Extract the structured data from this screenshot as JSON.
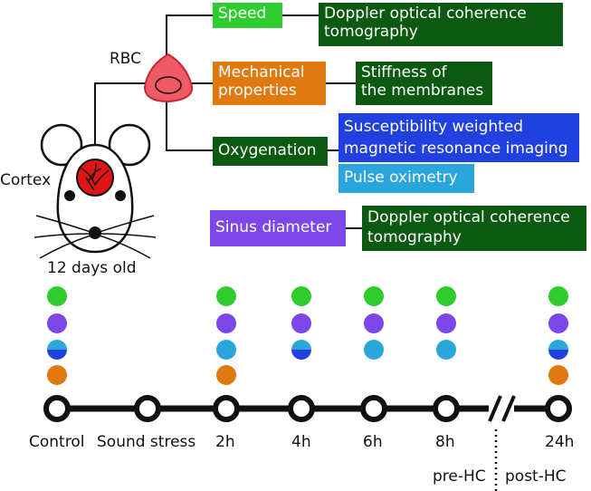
{
  "colors": {
    "green_bright": "#2ecc2e",
    "green_dark": "#0c5a12",
    "orange": "#e07a10",
    "blue": "#2040e0",
    "light_blue": "#2aa6dc",
    "purple": "#7d46e8",
    "rbc_fill": "#f05a64",
    "rbc_stroke": "#c82835",
    "brain_red": "#e01414"
  },
  "labels": {
    "rbc": "RBC",
    "cortex": "Cortex",
    "age": "12 days old"
  },
  "boxes": {
    "speed": "Speed",
    "speed_method": "Doppler optical coherence\ntomography",
    "mechanical": "Mechanical\nproperties",
    "mechanical_method": "Stiffness of\nthe membranes",
    "oxygenation": "Oxygenation",
    "swi": "Susceptibility weighted\nmagnetic resonance imaging",
    "pulse_oximetry": "Pulse oximetry",
    "sinus": "Sinus diameter",
    "sinus_method": "Doppler optical coherence\ntomography"
  },
  "timeline": {
    "points": [
      "Control",
      "Sound stress",
      "2h",
      "4h",
      "6h",
      "8h",
      "24h"
    ],
    "pre_label": "pre-HC",
    "post_label": "post-HC"
  },
  "measurements": [
    {
      "point": "Control",
      "markers": [
        "speed",
        "sinus",
        "oxygenation-combined",
        "mechanical"
      ]
    },
    {
      "point": "Sound stress",
      "markers": []
    },
    {
      "point": "2h",
      "markers": [
        "speed",
        "sinus",
        "pulse-oximetry",
        "mechanical"
      ]
    },
    {
      "point": "4h",
      "markers": [
        "speed",
        "sinus",
        "oxygenation-combined"
      ]
    },
    {
      "point": "6h",
      "markers": [
        "speed",
        "sinus",
        "pulse-oximetry"
      ]
    },
    {
      "point": "8h",
      "markers": [
        "speed",
        "sinus",
        "pulse-oximetry"
      ]
    },
    {
      "point": "24h",
      "markers": [
        "speed",
        "sinus",
        "oxygenation-combined",
        "mechanical"
      ]
    }
  ]
}
